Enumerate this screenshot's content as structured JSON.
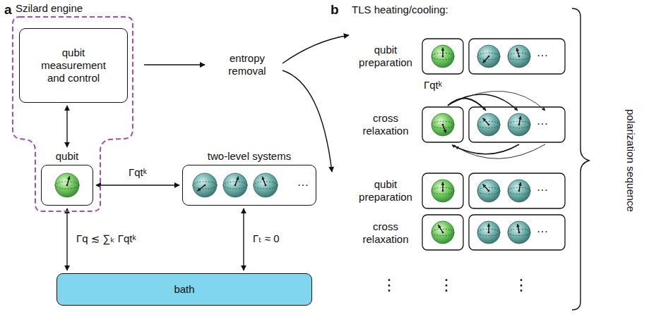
{
  "diagram": {
    "nodes": [
      {
        "text": [
          "Szilard engine"
        ]
      },
      {
        "text": [
          "qubit measurement and control"
        ],
        "in": 0
      },
      {
        "text": [
          "qubit"
        ],
        "in": 0
      },
      {
        "text": [
          "two-level systems",
          "···"
        ]
      },
      {
        "text": [
          "bath"
        ]
      }
    ],
    "edges": [
      {
        "from": 1,
        "to": 2,
        "arrow": "both"
      },
      {
        "from": 2,
        "to": 3,
        "arrow": "both",
        "label": "Γqtᵏ"
      },
      {
        "from": 2,
        "to": 4,
        "arrow": "both",
        "label": "Γq ≲ ∑ₖ Γqtᵏ"
      },
      {
        "from": 3,
        "to": 4,
        "arrow": "both",
        "label": "Γₜ ≈ 0"
      }
    ],
    "labels": [
      "a",
      "entropy removal",
      "b",
      "TLS heating/cooling:",
      "qubit preparation",
      "···",
      "Γqtᵏ",
      "cross relaxation",
      "···",
      "qubit preparation",
      "···",
      "cross relaxation",
      "···",
      "⋮",
      "⋮",
      "⋮",
      "polarization sequence"
    ]
  }
}
